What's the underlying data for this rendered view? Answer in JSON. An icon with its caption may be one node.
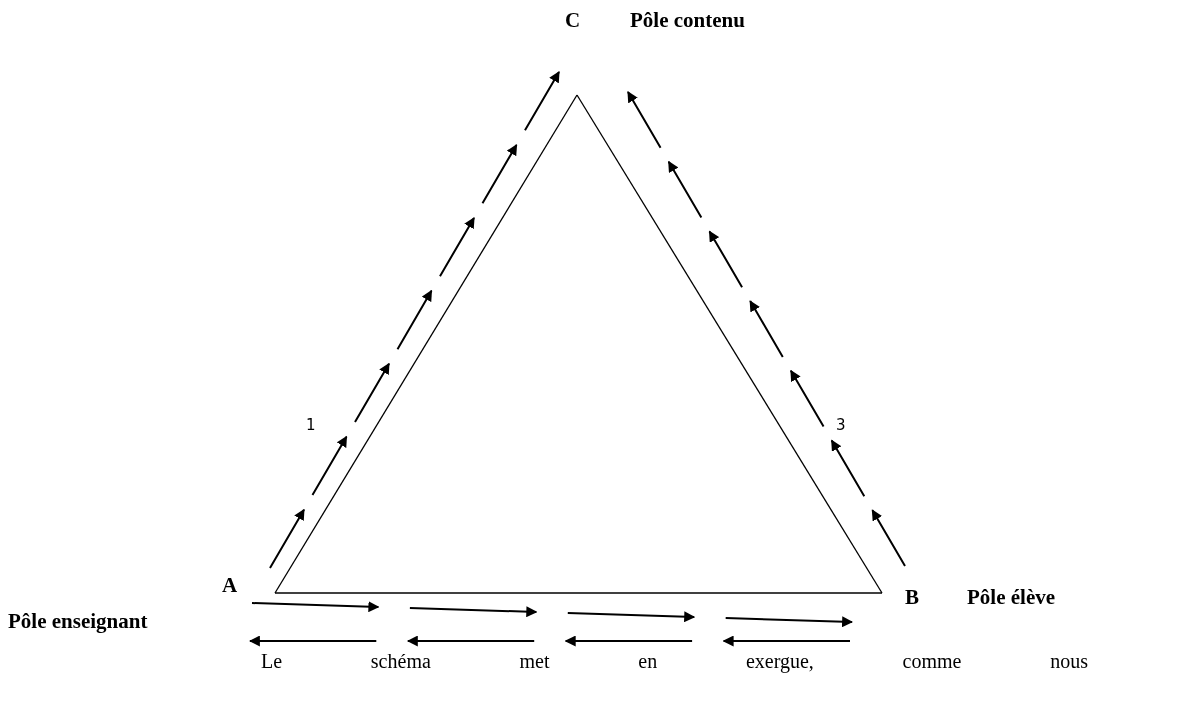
{
  "diagram": {
    "nodes": [
      {
        "text": [
          "C"
        ],
        "beside": [
          "Pôle contenu"
        ]
      },
      {
        "text": [
          "A"
        ],
        "beside": [
          "Pôle enseignant"
        ]
      },
      {
        "text": [
          "B"
        ],
        "beside": [
          "Pôle élève"
        ]
      }
    ],
    "edges": [
      {
        "from": 1,
        "to": 0,
        "arrow": "none"
      },
      {
        "from": 0,
        "to": 2,
        "arrow": "none"
      },
      {
        "from": 1,
        "to": 2,
        "arrow": "none"
      },
      {
        "from": 1,
        "to": 0,
        "arrow": "to",
        "style": "dashed"
      },
      {
        "from": 2,
        "to": 0,
        "arrow": "to",
        "style": "dashed"
      },
      {
        "from": 1,
        "to": 2,
        "arrow": "to",
        "style": "dashed"
      },
      {
        "from": 2,
        "to": 1,
        "arrow": "to",
        "style": "dashed"
      }
    ],
    "labels": [
      "1",
      "3",
      "Le schéma met en exergue, comme nous"
    ]
  }
}
